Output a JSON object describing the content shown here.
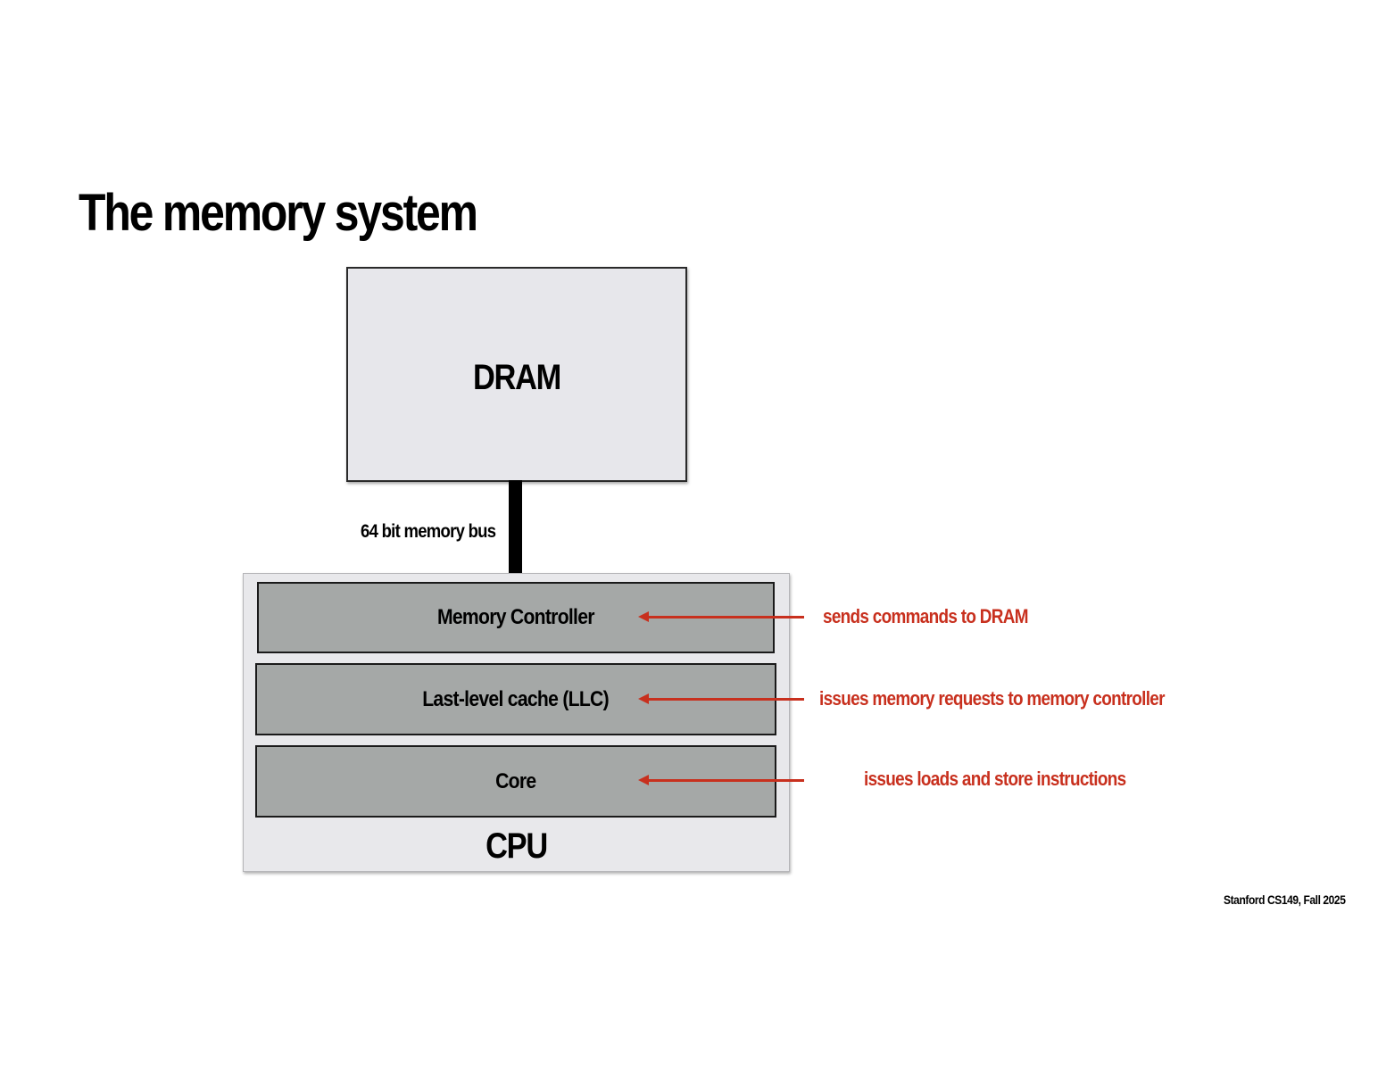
{
  "slide": {
    "title": "The memory system",
    "footer": "Stanford CS149, Fall 2025"
  },
  "diagram": {
    "dram": {
      "label": "DRAM"
    },
    "bus": {
      "label": "64 bit memory bus"
    },
    "cpu": {
      "label": "CPU",
      "layers": [
        {
          "label": "Memory Controller",
          "annotation": "sends commands to DRAM"
        },
        {
          "label": "Last-level cache (LLC)",
          "annotation": "issues memory requests to memory controller"
        },
        {
          "label": "Core",
          "annotation": "issues loads and store instructions"
        }
      ]
    },
    "colors": {
      "annotation": "#c8301e",
      "dram_fill": "#e7e7eb",
      "cpu_fill": "#e8e8eb",
      "layer_fill": "#a5a8a7"
    }
  }
}
